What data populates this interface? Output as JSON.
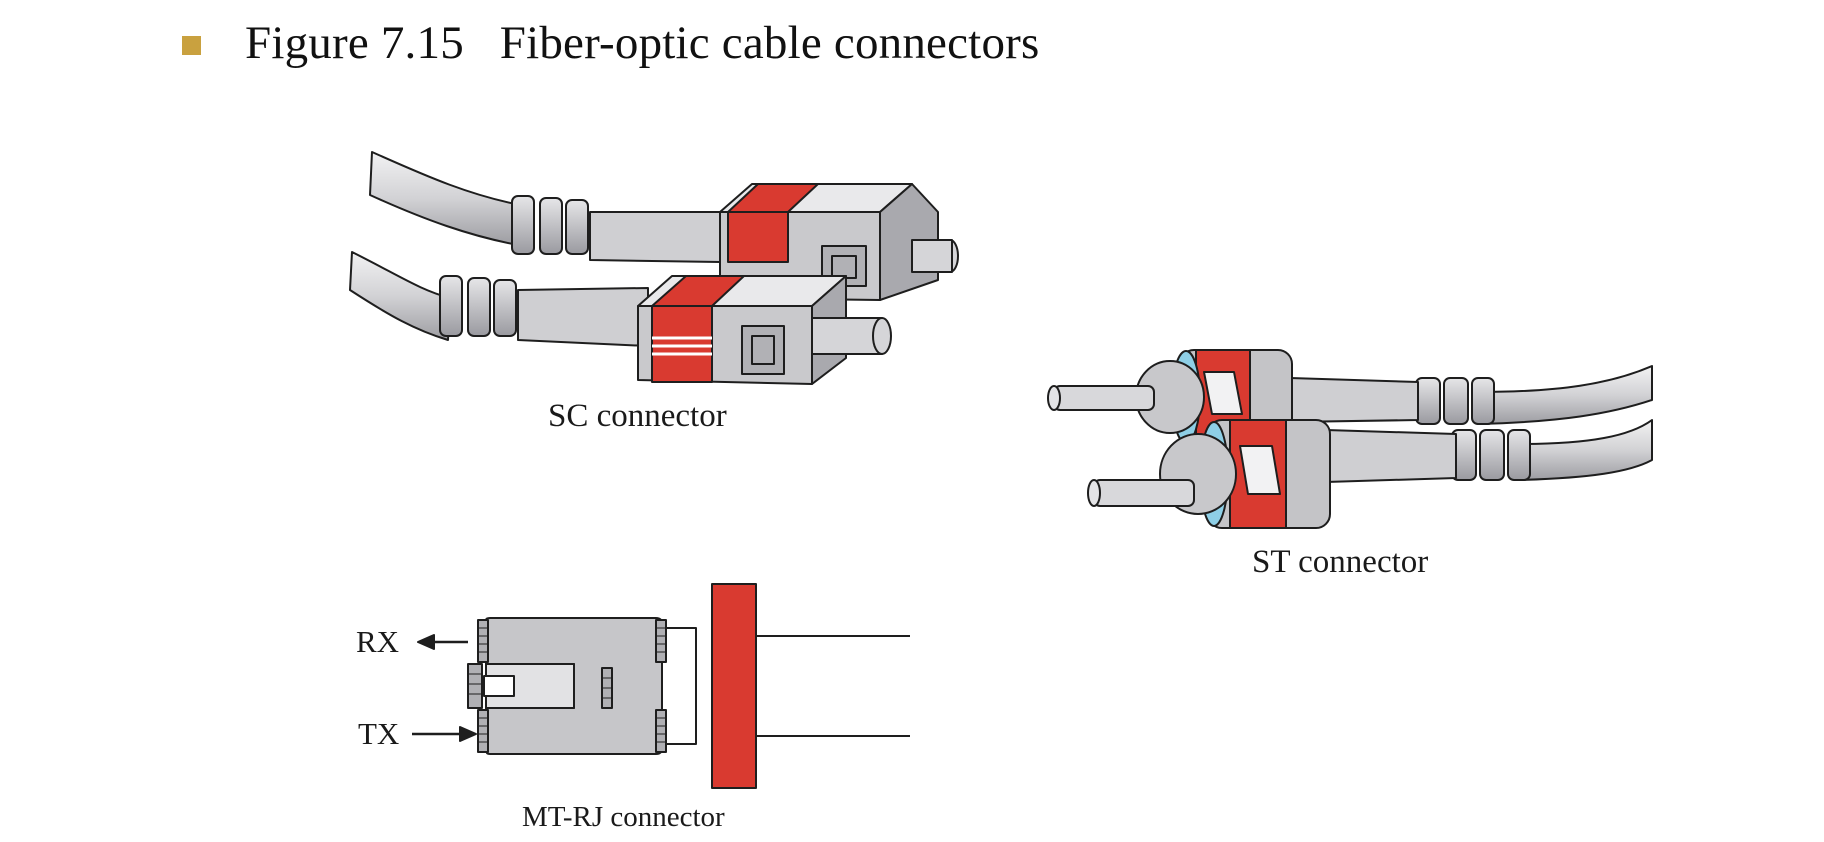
{
  "slide": {
    "bullet_color": "#c9a13f",
    "title": "Figure 7.15   Fiber-optic cable connectors"
  },
  "connectors": {
    "sc_label": "SC connector",
    "st_label": "ST connector",
    "mtrj_label": "MT-RJ connector",
    "rx_label": "RX",
    "tx_label": "TX"
  },
  "colors": {
    "accent_red": "#d93a30",
    "body_gray": "#c8c8cb",
    "ferrule_blue": "#8ecfe6"
  }
}
